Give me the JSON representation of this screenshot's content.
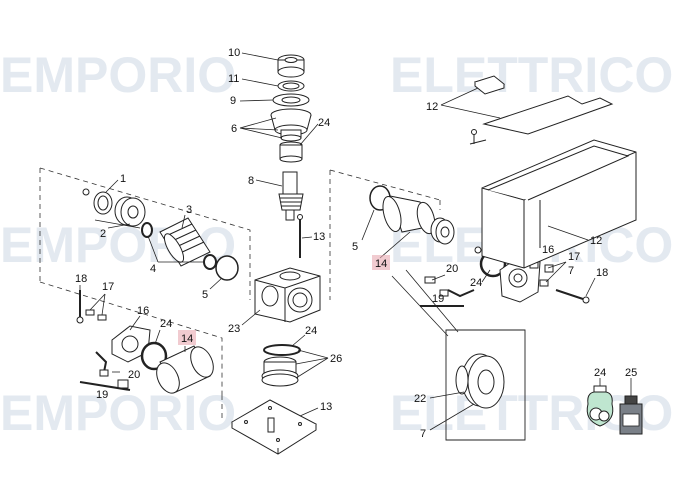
{
  "watermark": {
    "text_left": "EMPORIO",
    "text_right": "ELETTRICO",
    "color": "#dfe6ee"
  },
  "highlight_color": "#e8a8b0",
  "callouts": {
    "c1": "1",
    "c2": "2",
    "c3": "3",
    "c4": "4",
    "c5a": "5",
    "c5b": "5",
    "c6": "6",
    "c7a": "7",
    "c8": "8",
    "c9": "9",
    "c10": "10",
    "c11": "11",
    "c12a": "12",
    "c12b": "12",
    "c13a": "13",
    "c13b": "13",
    "c14a": "14",
    "c14b": "14",
    "c16a": "16",
    "c16b": "16",
    "c17a": "17",
    "c17b": "17",
    "c18a": "18",
    "c18b": "18",
    "c19a": "19",
    "c19b": "19",
    "c20a": "20",
    "c20b": "20",
    "c22": "22",
    "c23": "23",
    "c24a": "24",
    "c24b": "24",
    "c24c": "24",
    "c24d": "24",
    "c24e": "24",
    "c25": "25",
    "c26": "26",
    "c7b": "7"
  }
}
